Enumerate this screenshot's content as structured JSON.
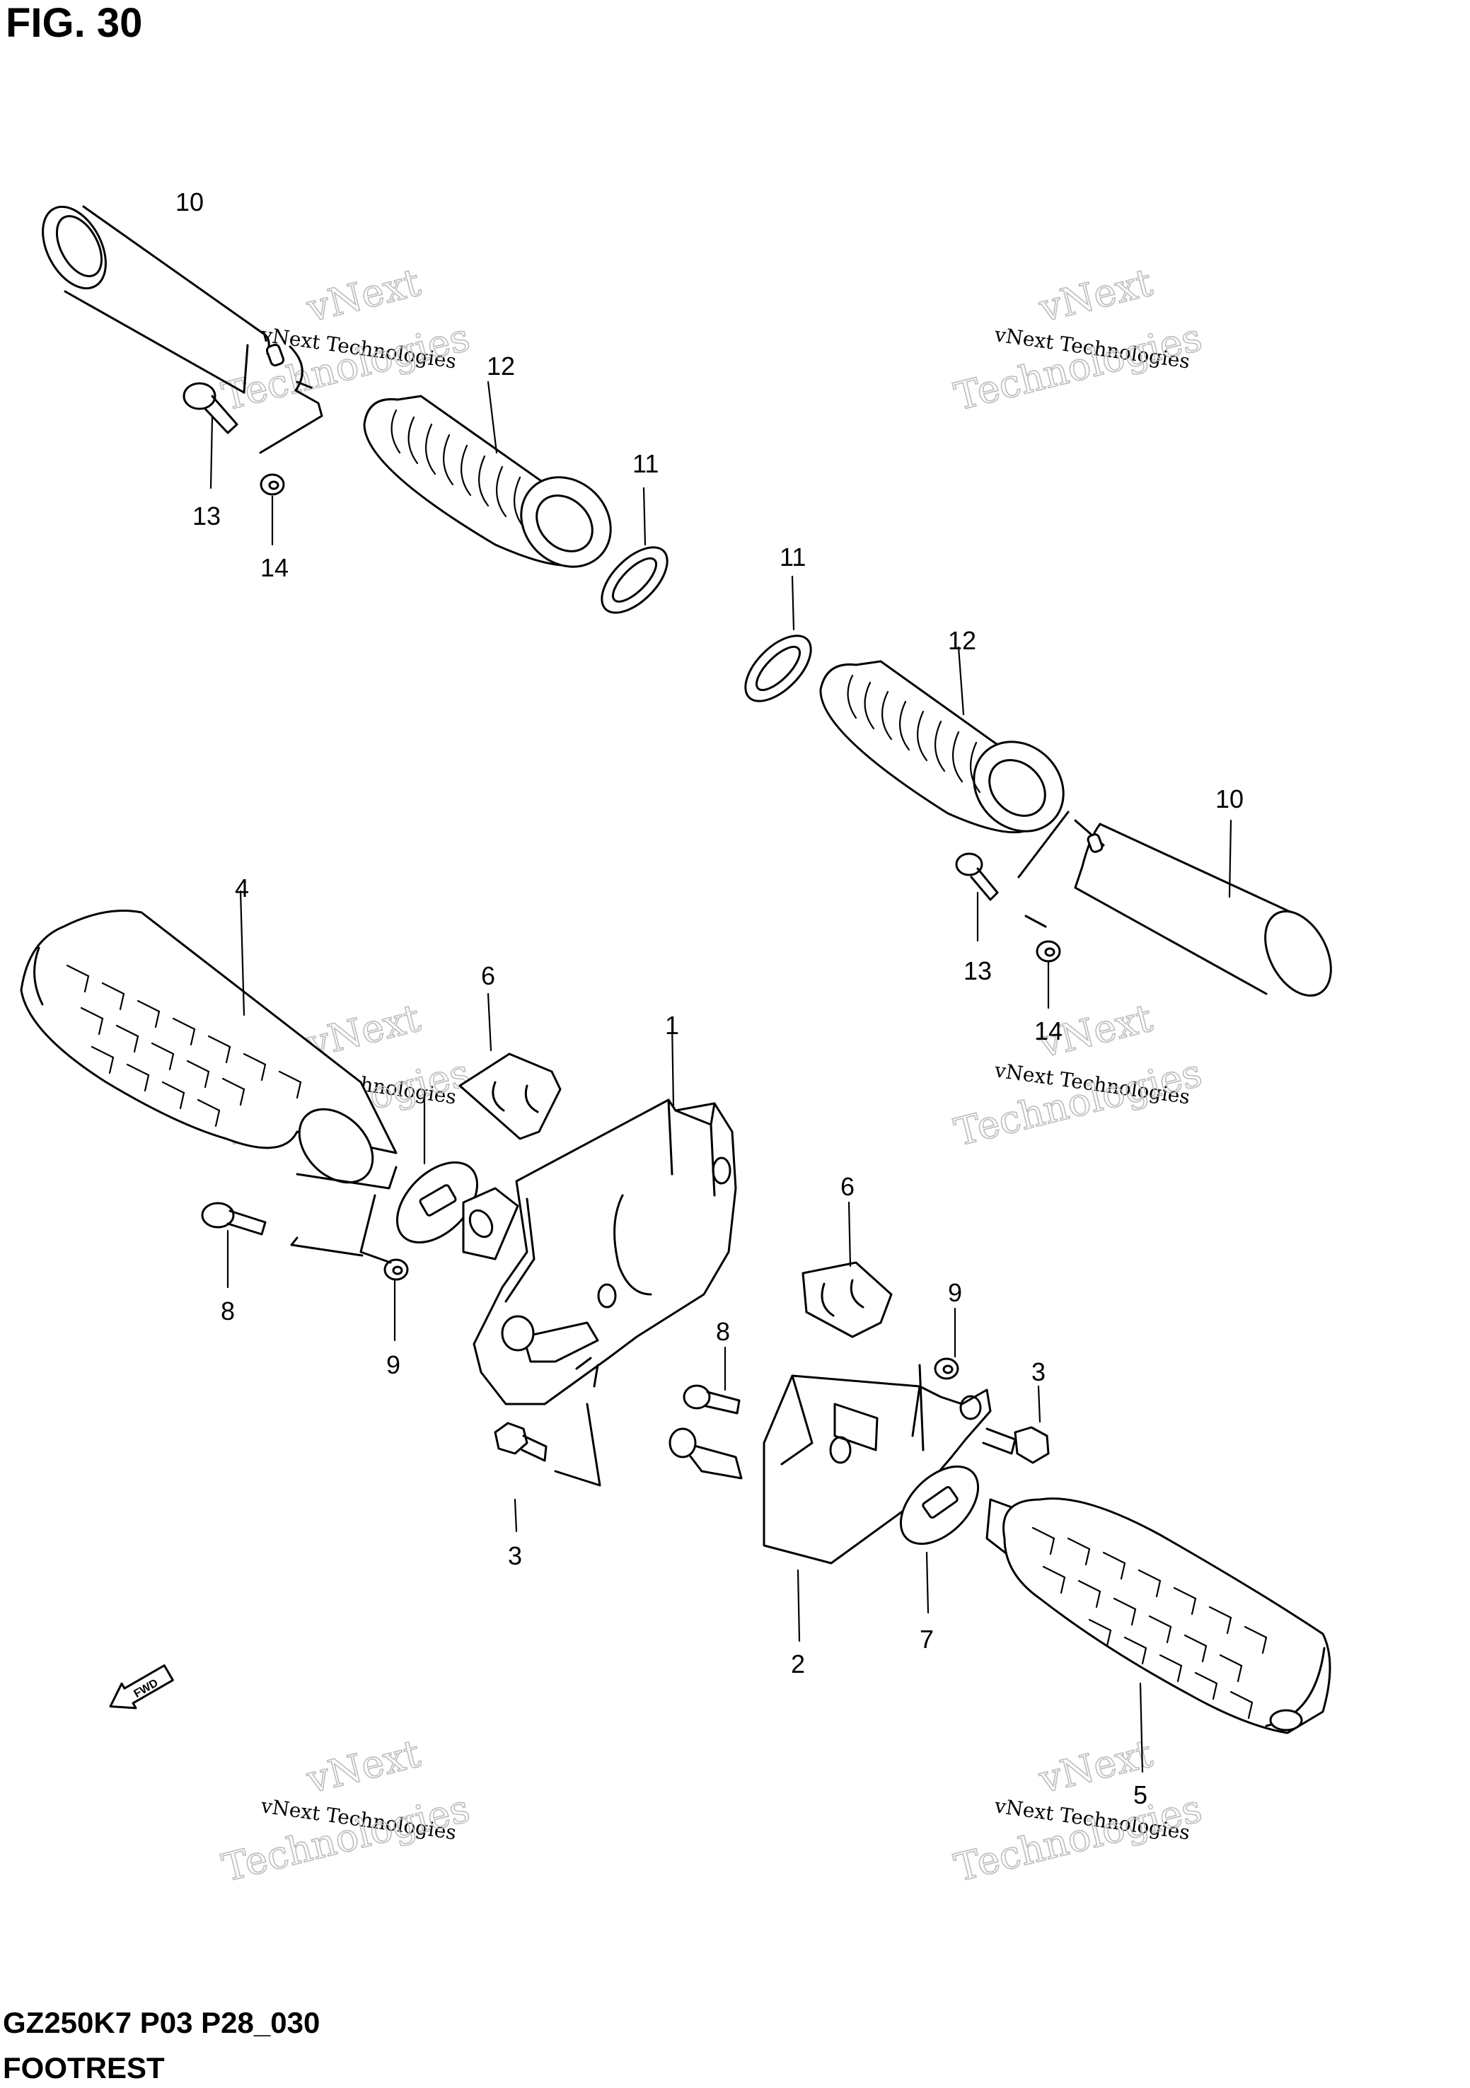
{
  "figure": {
    "title": "FIG. 30",
    "model_code": "GZ250K7 P03 P28_030",
    "section_name": "FOOTREST",
    "fwd_label": "FWD"
  },
  "watermark": {
    "line_top": "vNext",
    "line_small": "vNext Technologies",
    "line_large": "Technologies"
  },
  "callouts": [
    "10",
    "12",
    "13",
    "14",
    "11",
    "11",
    "12",
    "10",
    "13",
    "14",
    "4",
    "6",
    "1",
    "8",
    "9",
    "6",
    "9",
    "8",
    "3",
    "3",
    "2",
    "7",
    "5"
  ],
  "colors": {
    "line": "#000000",
    "watermark_outline": "#bdbdbd",
    "background": "#ffffff"
  }
}
